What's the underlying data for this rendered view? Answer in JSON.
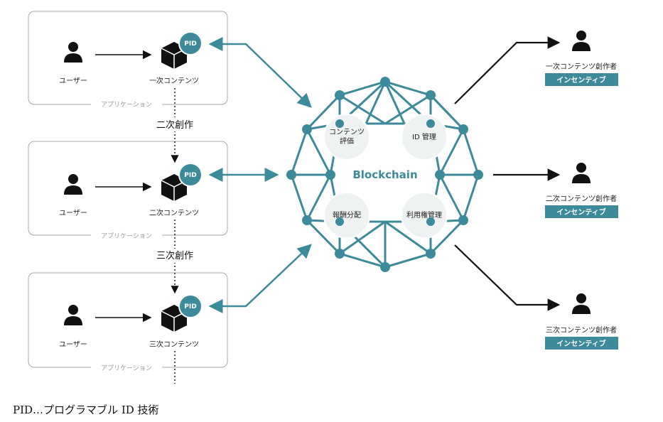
{
  "rows": [
    {
      "user_label": "ユーザー",
      "content_label": "一次コンテンツ",
      "app_label": "アプリケーション",
      "pid": "PID"
    },
    {
      "user_label": "ユーザー",
      "content_label": "二次コンテンツ",
      "app_label": "アプリケーション",
      "pid": "PID"
    },
    {
      "user_label": "ユーザー",
      "content_label": "三次コンテンツ",
      "app_label": "アプリケーション",
      "pid": "PID"
    }
  ],
  "derivations": [
    "二次創作",
    "三次創作"
  ],
  "blockchain": {
    "title": "Blockchain",
    "functions": [
      {
        "lines": [
          "コンテンツ",
          "評価"
        ]
      },
      {
        "lines": [
          "ID 管理"
        ]
      },
      {
        "lines": [
          "報酬分配"
        ]
      },
      {
        "lines": [
          "利用権管理"
        ]
      }
    ]
  },
  "creators": [
    {
      "label": "一次コンテンツ創作者",
      "badge": "インセンティブ"
    },
    {
      "label": "二次コンテンツ創作者",
      "badge": "インセンティブ"
    },
    {
      "label": "三次コンテンツ創作者",
      "badge": "インセンティブ"
    }
  ],
  "footnote": "PID…プログラマブル ID 技術",
  "colors": {
    "teal": "#3d8a9a",
    "badge": "#3d8a9a",
    "box_border": "#a8a8a8"
  }
}
